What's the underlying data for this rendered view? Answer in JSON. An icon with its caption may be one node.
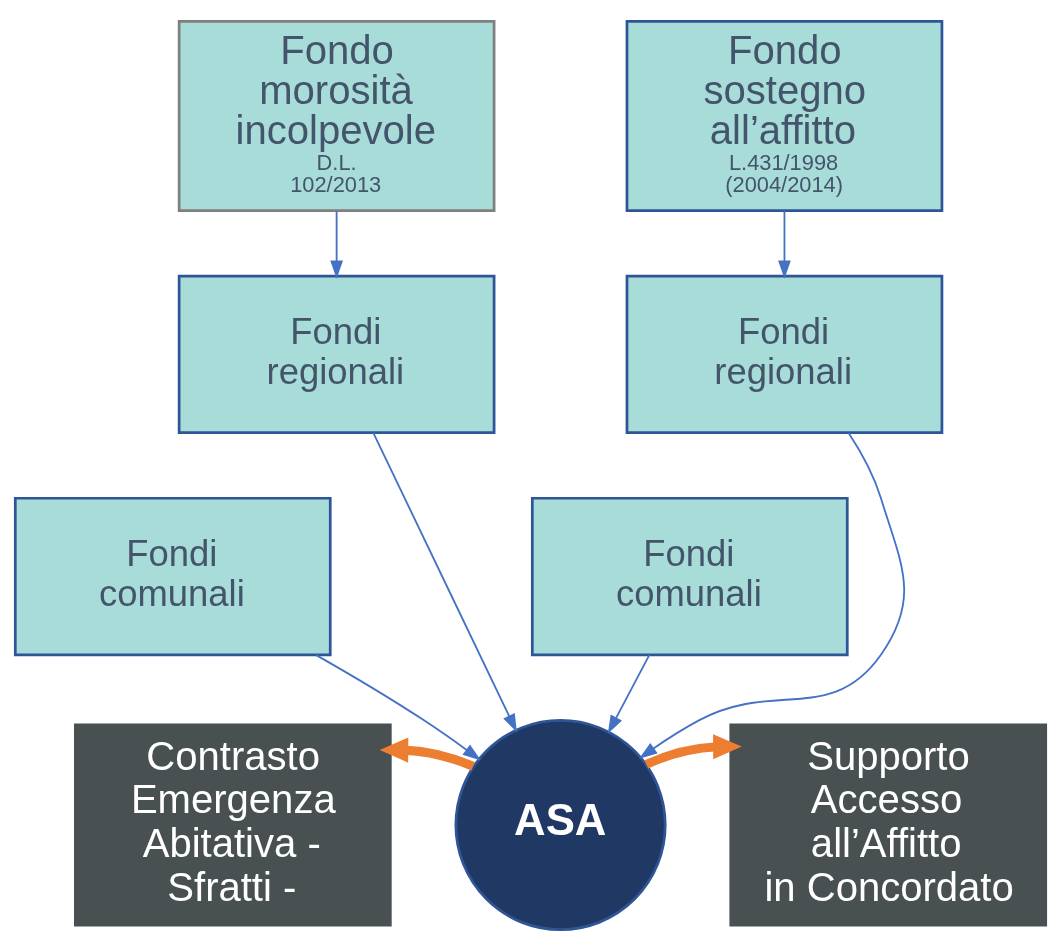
{
  "diagram": {
    "nodes": [
      {
        "text": [
          "Fondo morosità incolpevole",
          "D.L. 102/2013"
        ]
      },
      {
        "text": [
          "Fondo sostegno all’affitto",
          "L.431/1998 (2004/2014)"
        ]
      },
      {
        "text": [
          "Fondi regionali"
        ]
      },
      {
        "text": [
          "Fondi regionali"
        ]
      },
      {
        "text": [
          "Fondi comunali"
        ]
      },
      {
        "text": [
          "Fondi comunali"
        ]
      },
      {
        "text": [
          "Contrasto Emergenza Abitativa - Sfratti -"
        ]
      },
      {
        "text": [
          "ASA"
        ]
      },
      {
        "text": [
          "Supporto Accesso all’Affitto in Concordato"
        ]
      }
    ],
    "edges": [
      {
        "from": 0,
        "to": 2,
        "arrow": "to"
      },
      {
        "from": 1,
        "to": 3,
        "arrow": "to"
      },
      {
        "from": 2,
        "to": 7,
        "arrow": "to"
      },
      {
        "from": 4,
        "to": 7,
        "arrow": "to"
      },
      {
        "from": 5,
        "to": 7,
        "arrow": "to"
      },
      {
        "from": 3,
        "to": 7,
        "arrow": "to"
      },
      {
        "from": 7,
        "to": 6,
        "arrow": "to",
        "style": "thick",
        "color": "#ed7d31"
      },
      {
        "from": 7,
        "to": 8,
        "arrow": "to",
        "style": "thick",
        "color": "#ed7d31"
      }
    ]
  }
}
